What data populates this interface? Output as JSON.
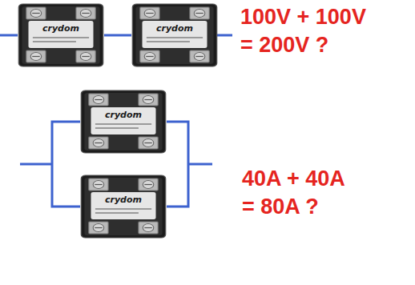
{
  "diagram": {
    "nodes": [
      {
        "text": [
          "crydom"
        ]
      },
      {
        "text": [
          "crydom"
        ]
      },
      {
        "text": [
          "crydom"
        ]
      },
      {
        "text": [
          "crydom"
        ]
      }
    ],
    "edges": [
      {
        "from": 0,
        "to": 1,
        "arrow": "none"
      },
      {
        "from": 2,
        "to": 3,
        "arrow": "none"
      },
      {
        "from": 2,
        "to": 3,
        "arrow": "none"
      }
    ],
    "labels": [
      "100V + 100V = 200V ?",
      "40A + 40A = 80A ?"
    ]
  }
}
